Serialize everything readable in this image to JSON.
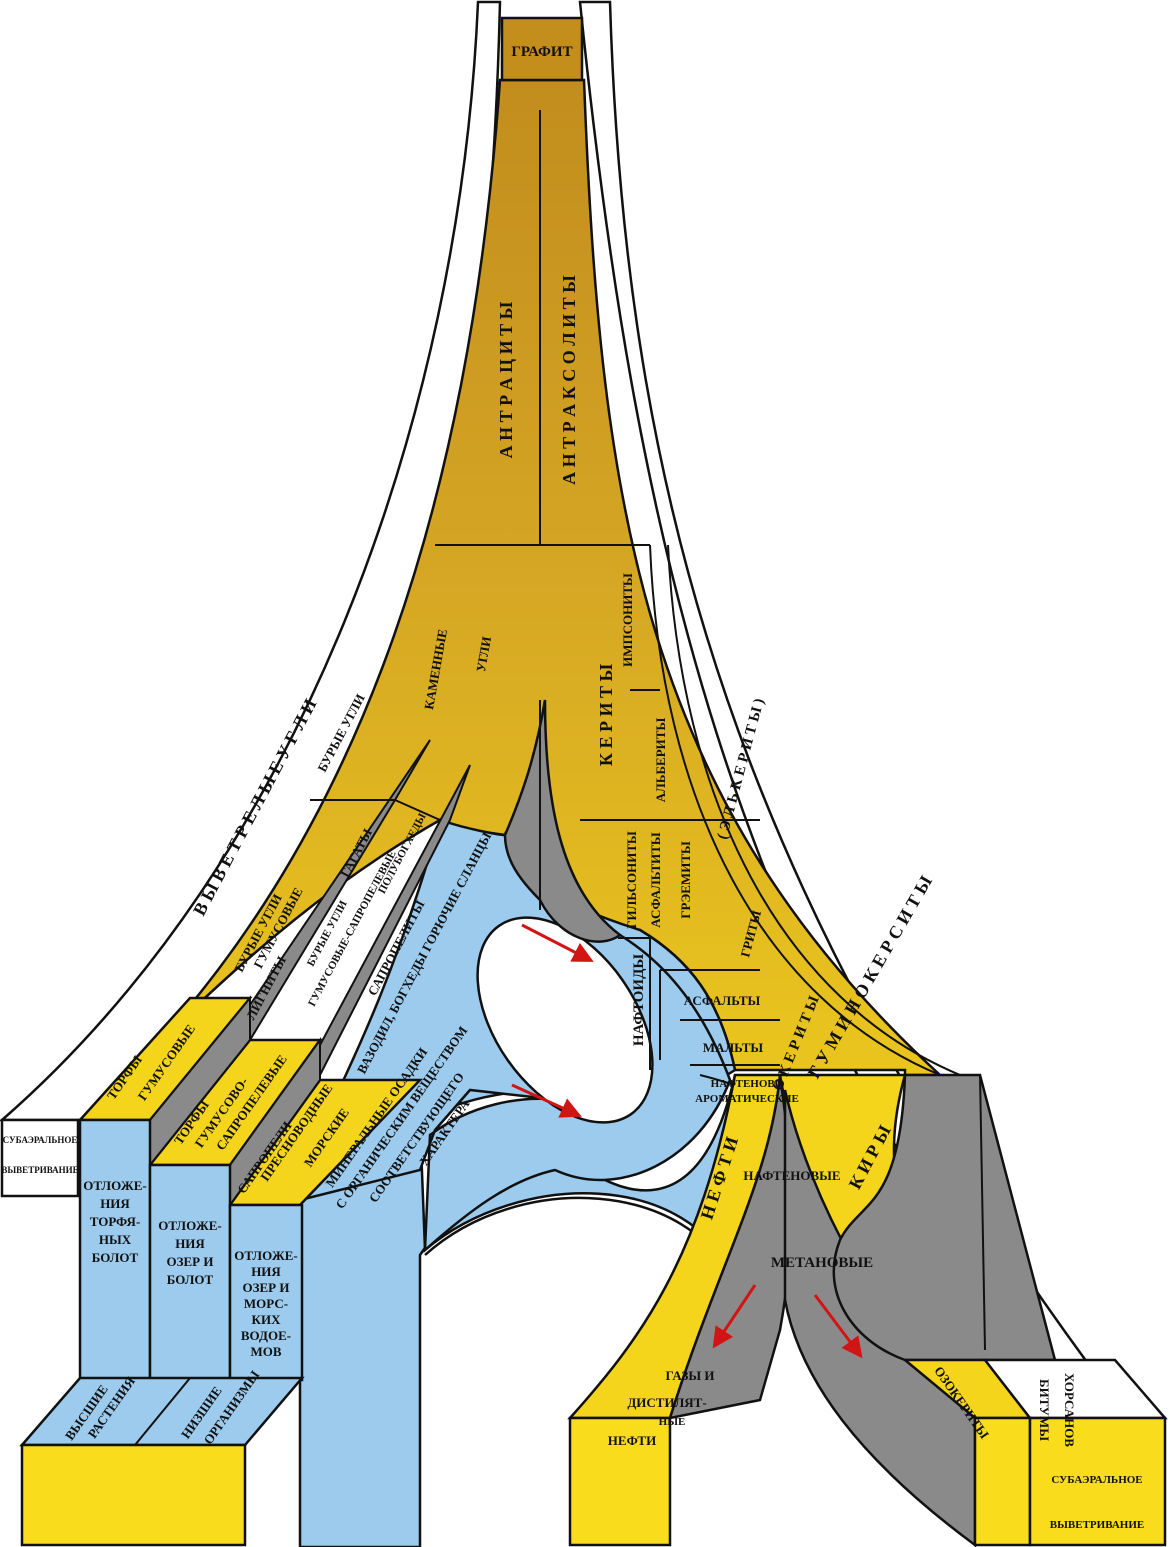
{
  "colors": {
    "gold_dark": "#c4901c",
    "gold_mid": "#d8ac22",
    "gold_light": "#e9c31e",
    "yellow": "#f9dc1c",
    "blue": "#9ccbee",
    "gray": "#8a8a8a",
    "arrow": "#d21414",
    "outline": "#111111"
  },
  "labels": {
    "grafit": "ГРАФИТ",
    "antratsity": "А Н Т Р А Ц И Т Ы",
    "antraksolity": "А Н Т Р А К С О Л И Т Ы",
    "kamennye": "КАМЕННЫЕ",
    "ugli": "УГЛИ",
    "kerity": "К Е Р И Т Ы",
    "impsonity": "ИМПСОНИТЫ",
    "albertity": "АЛЬБЕРИТЫ",
    "vyvetrelye_ugli": "В Ы В Е Т Р Е Л Ы Е   У Г Л И",
    "burye_ugli": "БУРЫЕ УГЛИ",
    "gagaty": "ГАГАТЫ",
    "burye_gumusovye_1": "БУРЫЕ УГЛИ",
    "burye_gumusovye_2": "ГУМУСОВЫЕ",
    "lignity": "ЛИГНИТЫ",
    "burye_sapro_1": "БУРЫЕ УГЛИ",
    "burye_sapro_2": "ГУМУСОВЫЕ-САПРОПЕЛЕВЫЕ",
    "burye_sapro_3": "ПОЛУБОГХЕДЫ",
    "sapropelity": "САПРОПЕЛИТЫ",
    "vazodil": "ВАЗОДИЛ, БОГХЕДЫ ГОРЮЧИЕ СЛАНЦЫ",
    "torfy_gum_1": "ТОРФЫ",
    "torfy_gum_2": "ГУМУСОВЫЕ",
    "torfy_sapro_1": "ТОРФЫ",
    "torfy_sapro_2": "ГУМУСОВО-",
    "torfy_sapro_3": "САПРОПЕЛЕВЫЕ",
    "sapropeli_1": "САПРОПЕЛИ",
    "sapropeli_2": "ПРЕСНОВОДНЫЕ",
    "sapropeli_3": "МОРСКИЕ",
    "mineral_1": "МИНЕРАЛЬНЫЕ ОСАДКИ",
    "mineral_2": "С ОРГАНИЧЕСКИМ ВЕЩЕСТВОМ",
    "mineral_3": "СООТВЕТСТВУЮЩЕГО",
    "mineral_4": "ХАРАКТЕРА",
    "subaeral_left_1": "СУБАЭРАЛЬНОЕ",
    "subaeral_left_2": "ВЫВЕТРИВАНИЕ",
    "otl_torf": [
      "ОТЛОЖЕ-",
      "НИЯ",
      "ТОРФЯ-",
      "НЫХ",
      "БОЛОТ"
    ],
    "otl_ozer": [
      "ОТЛОЖЕ-",
      "НИЯ",
      "ОЗЕР И",
      "БОЛОТ"
    ],
    "otl_more": [
      "ОТЛОЖЕ-",
      "НИЯ",
      "ОЗЕР И",
      "МОРС-",
      "КИХ",
      "ВОДОЕ-",
      "МОВ"
    ],
    "vysshie_1": "ВЫСШИЕ",
    "vysshie_2": "РАСТЕНИЯ",
    "nizshie_1": "НИЗШИЕ",
    "nizshie_2": "ОРГАНИЗМЫ",
    "gilsonity": "ГИЛЬСОНИТЫ",
    "asfaltity": "АСФАЛЬТИТЫ",
    "gryemity": "ГРЭЕМИТЫ",
    "naftoidy": "НАФТОИДЫ",
    "asfalty": "АСФАЛЬТЫ",
    "malty": "МАЛЬТЫ",
    "naft_arom_1": "НАФТЕНОВО",
    "naft_arom_2": "АРОМАТИЧЕСКИЕ",
    "nafti": "Н Е Ф Т И",
    "naftenovye": "НАФТЕНОВЫЕ",
    "metanovye": "МЕТАНОВЫЕ",
    "kiry": "К И Р Ы",
    "grahamity": "ГРИТЫ",
    "elkerity": "( Э Л Ь К Е Р И Т Ы )",
    "ozokerity_col": "О К Е Р И Т Ы",
    "guminokersity": "Г У М И Н О К Е Р С И Т Ы",
    "gazy_1": "ГАЗЫ И",
    "gazy_2": "ДИСТИЛЯТ-",
    "gazy_3": "НЫЕ",
    "gazy_4": "НЕФТИ",
    "ozokerity": "ОЗОКЕРИТЫ",
    "bitumy_1": "БИТУМЫ",
    "bitumy_2": "ХОРСАНОВ",
    "subaeral_right_1": "СУБАЭРАЛЬНОЕ",
    "subaeral_right_2": "ВЫВЕТРИВАНИЕ"
  }
}
